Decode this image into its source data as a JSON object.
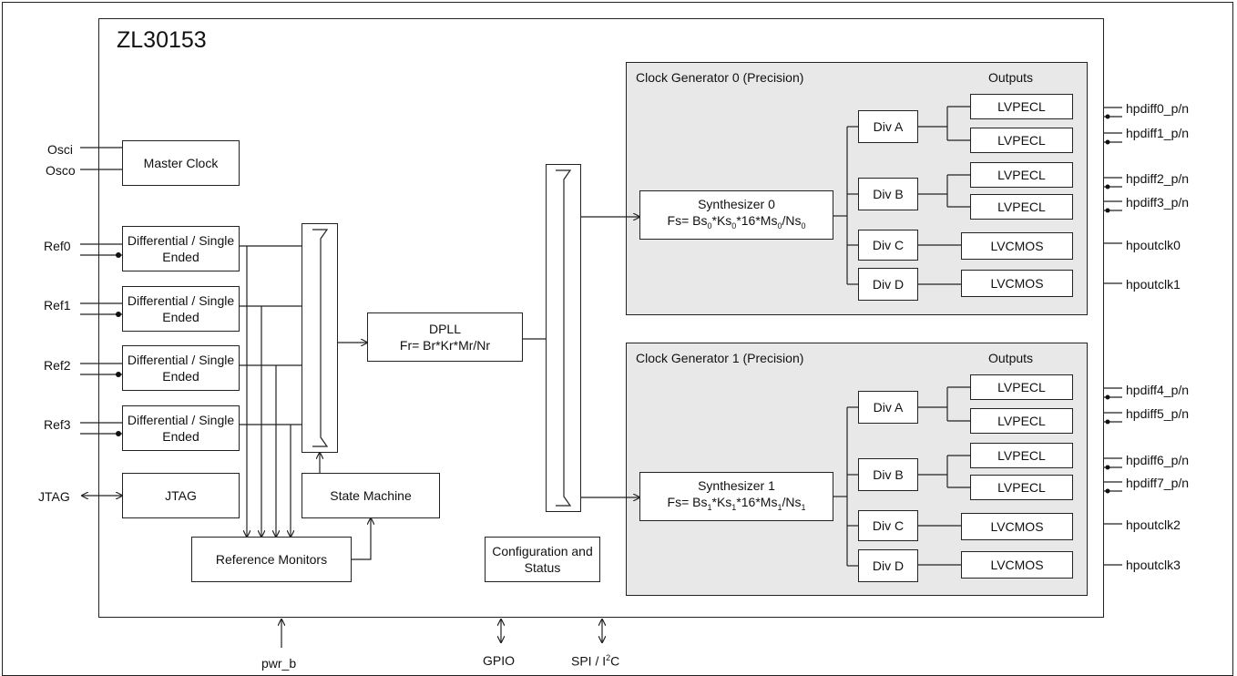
{
  "chip_title": "ZL30153",
  "master_clock": {
    "label": "Master Clock",
    "pins": [
      "Osci",
      "Osco"
    ]
  },
  "refs": [
    {
      "pin": "Ref0",
      "label": "Differential / Single Ended"
    },
    {
      "pin": "Ref1",
      "label": "Differential / Single Ended"
    },
    {
      "pin": "Ref2",
      "label": "Differential / Single Ended"
    },
    {
      "pin": "Ref3",
      "label": "Differential / Single Ended"
    }
  ],
  "jtag": {
    "pin": "JTAG",
    "label": "JTAG"
  },
  "dpll": {
    "line1": "DPLL",
    "line2": "Fr= Br*Kr*Mr/Nr"
  },
  "state_machine": "State Machine",
  "reference_monitors": "Reference Monitors",
  "config_status": "Configuration and Status",
  "clock_generators": [
    {
      "title": "Clock Generator 0 (Precision)",
      "outputs_label": "Outputs",
      "synth_title": "Synthesizer 0",
      "synth_formula": "Fs= Bs0*Ks0*16*Ms0/Ns0",
      "dividers": [
        "Div A",
        "Div B",
        "Div C",
        "Div D"
      ],
      "drivers": [
        "LVPECL",
        "LVPECL",
        "LVPECL",
        "LVPECL",
        "LVCMOS",
        "LVCMOS"
      ],
      "pins": [
        "hpdiff0_p/n",
        "hpdiff1_p/n",
        "hpdiff2_p/n",
        "hpdiff3_p/n",
        "hpoutclk0",
        "hpoutclk1"
      ]
    },
    {
      "title": "Clock Generator 1 (Precision)",
      "outputs_label": "Outputs",
      "synth_title": "Synthesizer 1",
      "synth_formula": "Fs= Bs1*Ks1*16*Ms1/Ns1",
      "dividers": [
        "Div A",
        "Div B",
        "Div C",
        "Div D"
      ],
      "drivers": [
        "LVPECL",
        "LVPECL",
        "LVPECL",
        "LVPECL",
        "LVCMOS",
        "LVCMOS"
      ],
      "pins": [
        "hpdiff4_p/n",
        "hpdiff5_p/n",
        "hpdiff6_p/n",
        "hpdiff7_p/n",
        "hpoutclk2",
        "hpoutclk3"
      ]
    }
  ],
  "bottom_pins": [
    "pwr_b",
    "GPIO",
    "SPI / I2C"
  ]
}
